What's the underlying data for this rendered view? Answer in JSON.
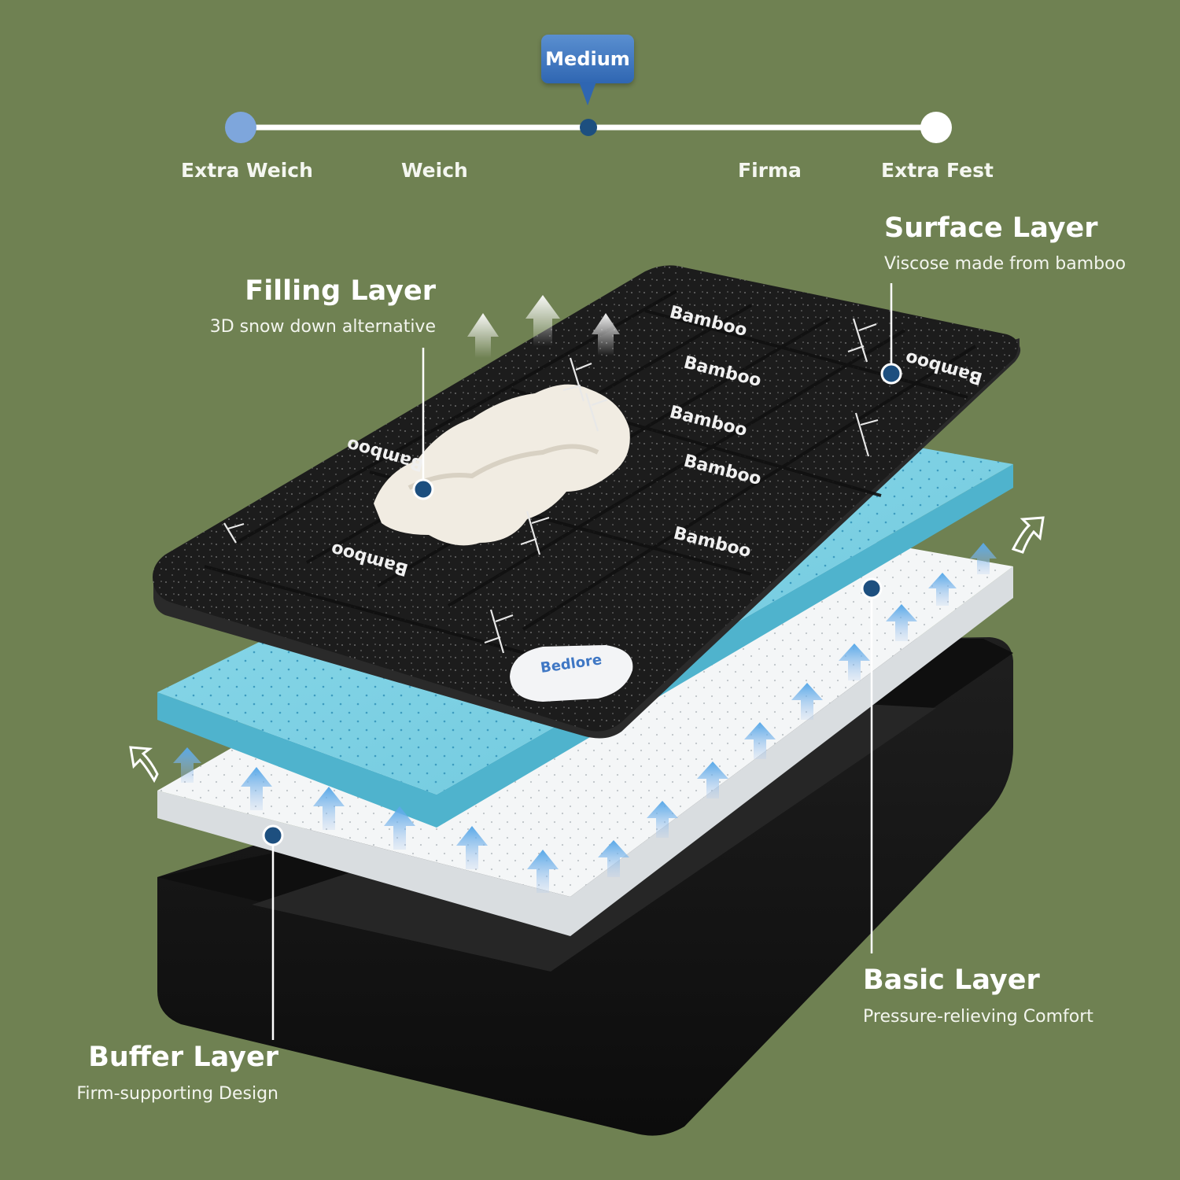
{
  "firmness_scale": {
    "selected_label": "Medium",
    "selected_fraction": 0.5,
    "levels": [
      "Extra Weich",
      "Weich",
      "Firma",
      "Extra Fest"
    ]
  },
  "layers": {
    "surface": {
      "title": "Surface Layer",
      "subtitle": "Viscose made from bamboo"
    },
    "filling": {
      "title": "Filling Layer",
      "subtitle": "3D snow down alternative"
    },
    "basic": {
      "title": "Basic Layer",
      "subtitle": "Pressure-relieving Comfort"
    },
    "buffer": {
      "title": "Buffer Layer",
      "subtitle": "Firm-supporting Design"
    }
  },
  "product": {
    "brand": "Bedlore",
    "print_word": "Bamboo"
  },
  "colors": {
    "background": "#6f8152",
    "scale_blue": "#4d7fc4",
    "badge_blue": "#2f66b2",
    "marker_navy": "#1d4f7f",
    "topper_black": "#1c1c1c",
    "gel_foam_blue": "#86d4e6",
    "support_foam_white": "#f4f6f7",
    "base_black": "#141414"
  }
}
